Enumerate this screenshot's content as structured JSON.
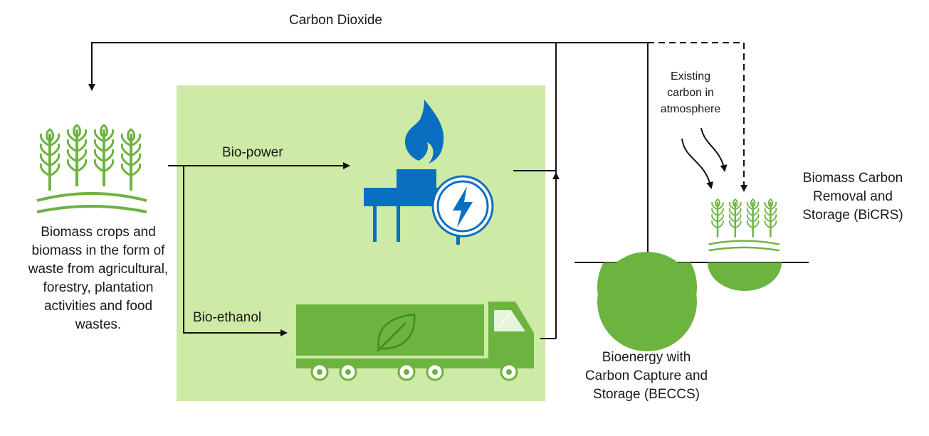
{
  "labels": {
    "carbon_dioxide": "Carbon Dioxide",
    "bio_power": "Bio-power",
    "bio_ethanol": "Bio-ethanol",
    "existing_carbon": "Existing\ncarbon in\natmosphere",
    "bicrs": "Biomass Carbon\nRemoval and\nStorage (BiCRS)",
    "beccs": "Bioenergy with\nCarbon Capture and\nStorage (BECCS)",
    "biomass_description": "Biomass crops and\nbiomass in the form of\nwaste from agricultural,\nforestry, plantation\nactivities and food\nwastes."
  },
  "colors": {
    "panel": "#cdeaa6",
    "green": "#6db33f",
    "dark_green": "#4e9a23",
    "blue": "#0b6fc1",
    "line": "#111111"
  },
  "icons": [
    "wheat-crop-icon",
    "flame-icon",
    "power-plant-icon",
    "lightning-icon",
    "truck-icon",
    "leaf-icon",
    "storage-circle-icon"
  ]
}
